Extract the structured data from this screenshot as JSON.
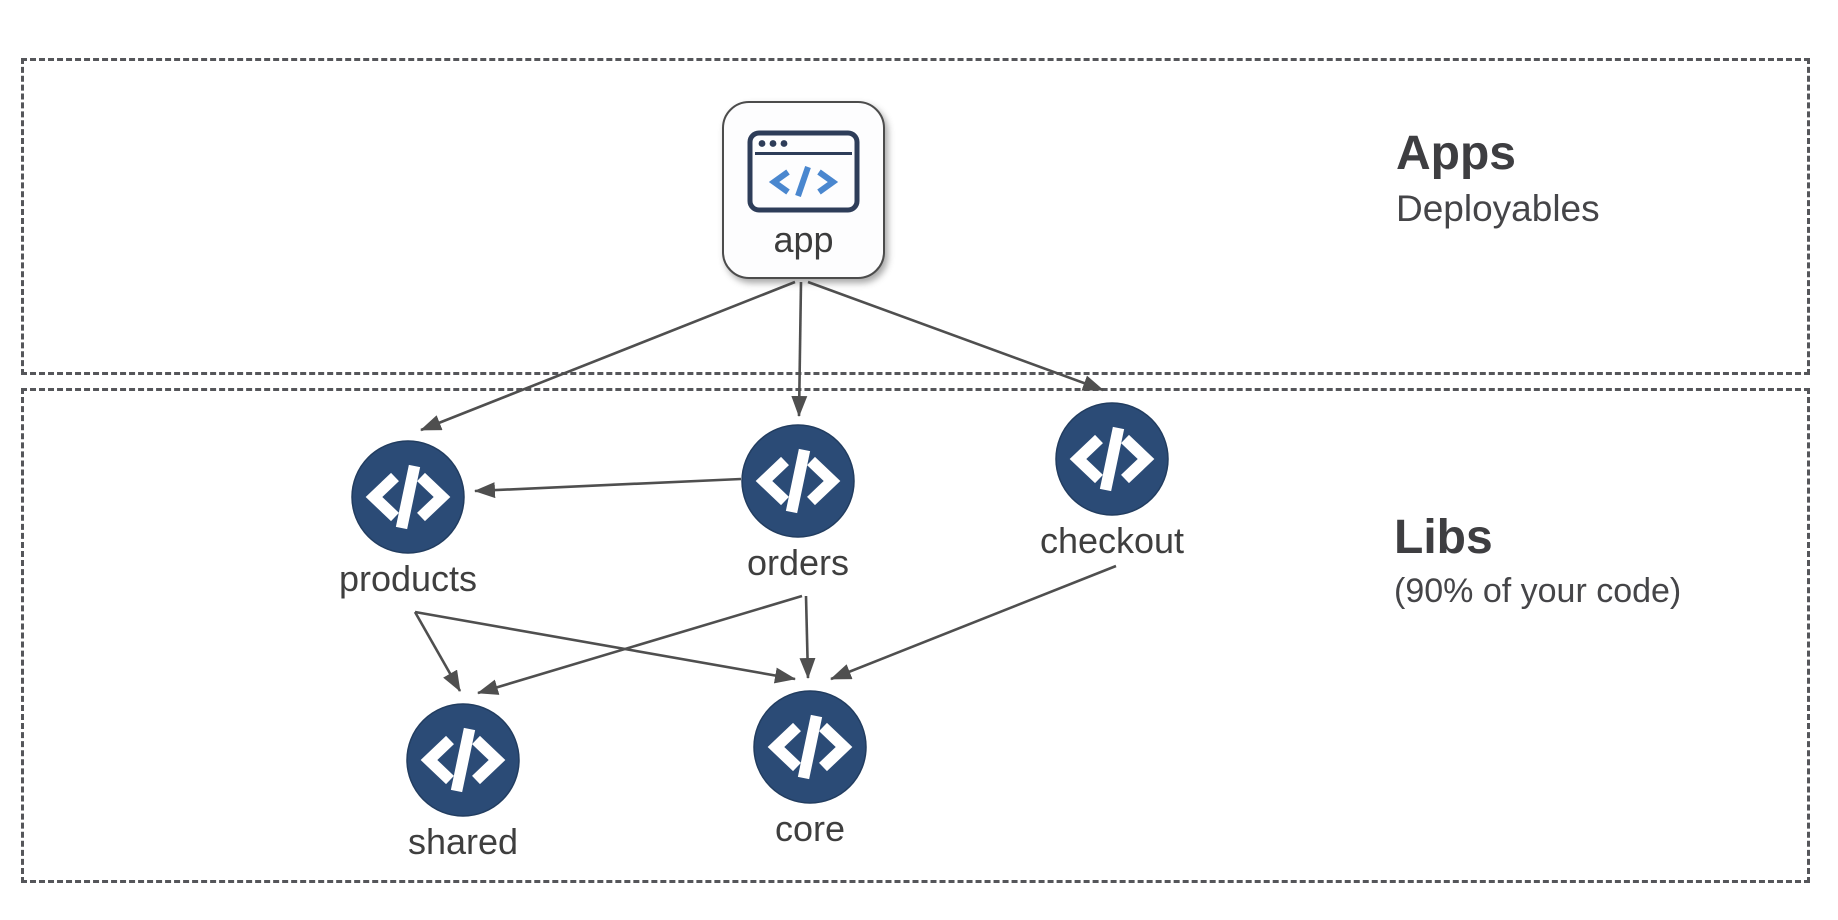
{
  "diagram": {
    "sections": [
      {
        "id": "apps",
        "title": "Apps",
        "subtitle": "Deployables"
      },
      {
        "id": "libs",
        "title": "Libs",
        "subtitle": "(90% of your code)"
      }
    ],
    "nodes": [
      {
        "id": "app",
        "label": "app",
        "type": "app-window",
        "section": "apps"
      },
      {
        "id": "products",
        "label": "products",
        "type": "lib",
        "section": "libs"
      },
      {
        "id": "orders",
        "label": "orders",
        "type": "lib",
        "section": "libs"
      },
      {
        "id": "checkout",
        "label": "checkout",
        "type": "lib",
        "section": "libs"
      },
      {
        "id": "shared",
        "label": "shared",
        "type": "lib",
        "section": "libs"
      },
      {
        "id": "core",
        "label": "core",
        "type": "lib",
        "section": "libs"
      }
    ],
    "edges": [
      {
        "from": "app",
        "to": "products"
      },
      {
        "from": "app",
        "to": "orders"
      },
      {
        "from": "app",
        "to": "checkout"
      },
      {
        "from": "orders",
        "to": "products"
      },
      {
        "from": "products",
        "to": "shared"
      },
      {
        "from": "products",
        "to": "core"
      },
      {
        "from": "orders",
        "to": "shared"
      },
      {
        "from": "orders",
        "to": "core"
      },
      {
        "from": "checkout",
        "to": "core"
      }
    ]
  },
  "colors": {
    "node_fill": "#2b4b76",
    "node_glyph": "#ffffff",
    "edge": "#4f4f4f",
    "dash_border": "#55565a",
    "text": "#3f3f3f",
    "icon_outline": "#2e3d59",
    "icon_code_blue": "#4a87cf"
  }
}
